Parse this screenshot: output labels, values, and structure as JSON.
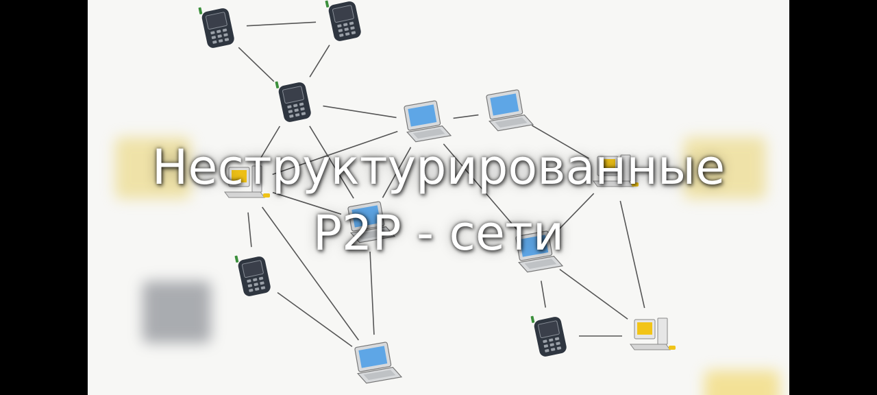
{
  "title": {
    "line1": "Неструктурированные",
    "line2": "P2P - сети"
  },
  "colors": {
    "letterbox": "#000000",
    "background": "#f7f7f5",
    "link": "#555555",
    "phone_body": "#2f3640",
    "phone_screen": "#3a3f4a",
    "laptop_body": "#d8dadc",
    "laptop_screen": "#5ea6e6",
    "desktop_body": "#e6e6e6",
    "desktop_screen": "#f2c417",
    "title_text": "#ffffff"
  },
  "nodes": [
    {
      "id": "p1",
      "type": "phone-icon"
    },
    {
      "id": "p2",
      "type": "phone-icon"
    },
    {
      "id": "p3",
      "type": "phone-icon"
    },
    {
      "id": "p4",
      "type": "phone-icon"
    },
    {
      "id": "p5",
      "type": "phone-icon"
    },
    {
      "id": "l1",
      "type": "laptop-icon"
    },
    {
      "id": "l2",
      "type": "laptop-icon"
    },
    {
      "id": "l3",
      "type": "laptop-icon"
    },
    {
      "id": "l4",
      "type": "laptop-icon"
    },
    {
      "id": "l5",
      "type": "laptop-icon"
    },
    {
      "id": "d1",
      "type": "desktop-icon"
    },
    {
      "id": "d2",
      "type": "desktop-icon"
    },
    {
      "id": "d3",
      "type": "desktop-icon"
    }
  ],
  "edges": [
    [
      "p1",
      "p2"
    ],
    [
      "p1",
      "p3"
    ],
    [
      "p2",
      "p3"
    ],
    [
      "p3",
      "l1"
    ],
    [
      "p3",
      "d1"
    ],
    [
      "p3",
      "l3"
    ],
    [
      "l1",
      "l2"
    ],
    [
      "l1",
      "d1"
    ],
    [
      "l1",
      "l3"
    ],
    [
      "l1",
      "l4"
    ],
    [
      "l2",
      "d2"
    ],
    [
      "d2",
      "l4"
    ],
    [
      "d2",
      "d3"
    ],
    [
      "d1",
      "l3"
    ],
    [
      "d1",
      "p4"
    ],
    [
      "d1",
      "l5"
    ],
    [
      "p4",
      "l5"
    ],
    [
      "l3",
      "l5"
    ],
    [
      "l4",
      "p5"
    ],
    [
      "l4",
      "d3"
    ],
    [
      "p5",
      "d3"
    ]
  ]
}
